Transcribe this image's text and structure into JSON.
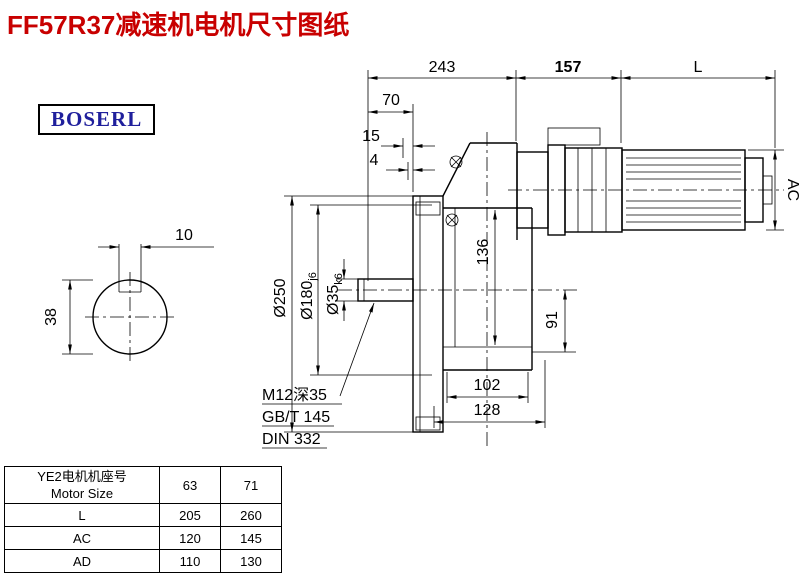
{
  "title": "FF57R37减速机电机尺寸图纸",
  "logo": "BOSERL",
  "dims": {
    "top_243": "243",
    "top_157": "157",
    "top_L": "L",
    "d70": "70",
    "d15": "15",
    "d4": "4",
    "ac": "AC",
    "key_width": "10",
    "shaft_38": "38",
    "flange_dia": "Ø250",
    "spigot_dia": "Ø180",
    "spigot_tol": "j6",
    "shaft_dia": "Ø35",
    "shaft_tol": "k6",
    "d136": "136",
    "d91": "91",
    "d102": "102",
    "d128": "128",
    "tap_note": "M12深35",
    "std1": "GB/T 145",
    "std2": "DIN 332"
  },
  "table": {
    "header": {
      "line1": "YE2电机机座号",
      "line2": "Motor Size"
    },
    "size_columns": [
      "63",
      "71"
    ],
    "rows": [
      {
        "label": "L",
        "values": [
          "205",
          "260"
        ]
      },
      {
        "label": "AC",
        "values": [
          "120",
          "145"
        ]
      },
      {
        "label": "AD",
        "values": [
          "110",
          "130"
        ]
      }
    ]
  }
}
